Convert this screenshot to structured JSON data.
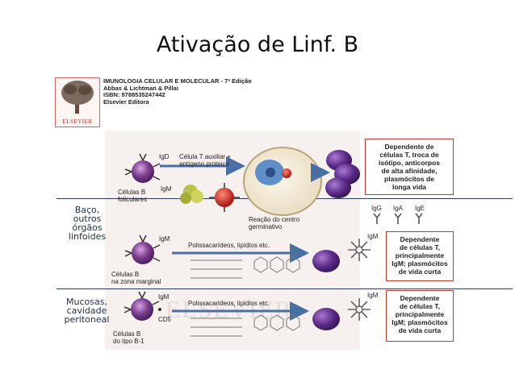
{
  "title": "Ativação de Linf. B",
  "book": {
    "line1": "IMUNOLOGIA CELULAR E MOLECULAR - 7ª Edição",
    "line2": "Abbas & Lichtman & Pillai",
    "line3": "ISBN: 9788535247442",
    "line4": "Elsevier Editora",
    "logo": "ELSEVIER"
  },
  "side_labels": {
    "spleen": [
      "Baço,",
      "outros",
      "órgãos",
      "linfoides"
    ],
    "mucosa": [
      "Mucosas,",
      "cavidade",
      "peritoneal"
    ]
  },
  "watermark": "ELSEVIER",
  "rows": {
    "follicular": {
      "igd": "IgD",
      "igm": "IgM",
      "cell_label": [
        "Células B",
        "foliculares"
      ],
      "arrow_label": [
        "Célula T auxiliar +",
        "antígeno proteico"
      ],
      "gc_label": [
        "Reação do centro",
        "germinativo"
      ],
      "box": [
        "Dependente de",
        "células T, troca de",
        "isótipo, anticorpos",
        "de alta afinidade,",
        "plasmócitos de",
        "longa vida"
      ],
      "isotypes": [
        "IgG",
        "IgA",
        "IgE"
      ]
    },
    "marginal": {
      "igm": "IgM",
      "cell_label": [
        "Células B",
        "na zona marginal"
      ],
      "arrow_label": "Polissacarídeos, lipídios etc.",
      "ab_label": "IgM",
      "box": [
        "Dependente",
        "de células T,",
        "principalmente",
        "IgM; plasmócitos",
        "de vida curta"
      ]
    },
    "b1": {
      "igm": "IgM",
      "cd5": "CD5",
      "cell_label": [
        "Células B",
        "do tipo B-1"
      ],
      "arrow_label": "Polissacarídeos, lipídios etc.",
      "ab_label": "IgM",
      "box": [
        "Dependente",
        "de células T,",
        "principalmente",
        "IgM; plasmócitos",
        "de vida curta"
      ]
    }
  },
  "colors": {
    "cell": "#7b3f8f",
    "plasma": "#5b2a86",
    "box_border": "#c0392b",
    "arrow": "#4a6fa5"
  }
}
